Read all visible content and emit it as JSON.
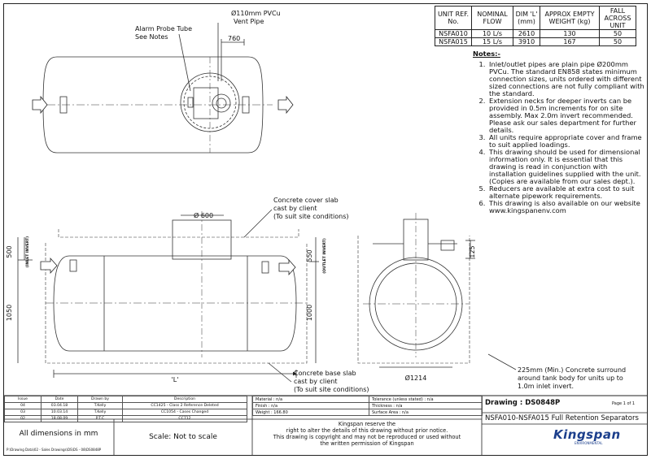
{
  "plan": {
    "alarm_label_1": "Alarm Probe Tube",
    "alarm_label_2": "See Notes",
    "vent_label_1": "Ø110mm PVCu",
    "vent_label_2": "Vent Pipe",
    "dim_760": "760"
  },
  "elevation": {
    "cover_slab_1": "Concrete cover slab",
    "cover_slab_2": "cast by client",
    "cover_slab_3": "(To suit site conditions)",
    "neck_dia": "Ø 600",
    "dim_500": "500",
    "inlet_invert": "(INLET INVERT)",
    "dim_550": "550",
    "outlet_invert": "(OUTLET INVERT)",
    "dim_1050": "1050",
    "dim_1000": "1000",
    "dim_L": "'L'",
    "base_slab_1": "Concrete base slab",
    "base_slab_2": "cast by client",
    "base_slab_3": "(To suit site conditions)"
  },
  "end_view": {
    "dim_125": "125",
    "dia_1214": "Ø1214",
    "surround_1": "225mm (Min.) Concrete surround",
    "surround_2": "around tank body for units up to",
    "surround_3": "1.0m inlet invert."
  },
  "spec_table": {
    "headers": [
      "UNIT REF. No.",
      "NOMINAL FLOW",
      "DIM 'L' (mm)",
      "APPROX EMPTY WEIGHT (kg)",
      "FALL ACROSS UNIT"
    ],
    "rows": [
      [
        "NSFA010",
        "10 L/s",
        "2610",
        "130",
        "50"
      ],
      [
        "NSFA015",
        "15 L/s",
        "3910",
        "167",
        "50"
      ]
    ]
  },
  "notes": {
    "title": "Notes:-",
    "items": [
      "Inlet/outlet pipes are plain pipe Ø200mm PVCu. The standard EN858 states minimum connection sizes, units ordered with different sized connections are not fully compliant with the standard.",
      "Extension necks for deeper inverts can be provided in 0.5m increments for on site assembly. Max 2.0m invert recommended. Please ask our sales department for further details.",
      "All units require appropriate cover and frame to suit applied loadings.",
      "This drawing should be used for dimensional information only. It is essential that this drawing is read in conjunction with installation guidelines supplied with the unit. (Copies are available from our sales dept.).",
      "Reducers are available at extra cost to suit alternate pipework requirements.",
      "This drawing is also available on our website www.kingspanenv.com"
    ]
  },
  "revisions": {
    "headers": [
      "Issue",
      "Date",
      "Drawn by",
      "Description"
    ],
    "rows": [
      [
        "04",
        "03.04.18",
        "T.Kelly",
        "CC1425 - Class 2 Reference Deleted"
      ],
      [
        "03",
        "10.03.14",
        "T.Kelly",
        "CC1054 - Cases Changed"
      ],
      [
        "02",
        "18.08.09",
        "P.T.C",
        "CC712"
      ]
    ]
  },
  "fields": {
    "material": "Material : n/a",
    "finish": "Finish : n/a",
    "weight": "Weight : 166.80",
    "tolerance": "Tolerance (unless stated) : n/a",
    "thickness": "Thickness : n/a",
    "surface": "Surface Area : n/a"
  },
  "title_block": {
    "dims_note": "All dimensions in mm",
    "scale": "Scale: Not to scale",
    "disclaimer_1": "Kingspan reserve the",
    "disclaimer_2": "right to alter the details of this drawing without prior notice.",
    "disclaimer_3": "This drawing is copyright and may not be reproduced or used without",
    "disclaimer_4": "the written permission of Kingspan",
    "drawing_no": "Drawing : DS0848P",
    "page": "Page 1 of 1",
    "drawing_title": "NSFA010-NSFA015 Full Retention Separators",
    "file_path": "P:\\Drawing Data\\02 - Sales Drawings\\DS\\DS - 08\\DS0848P",
    "logo": "Kingspan",
    "logo_sub": "ENVIRONMENTAL"
  }
}
